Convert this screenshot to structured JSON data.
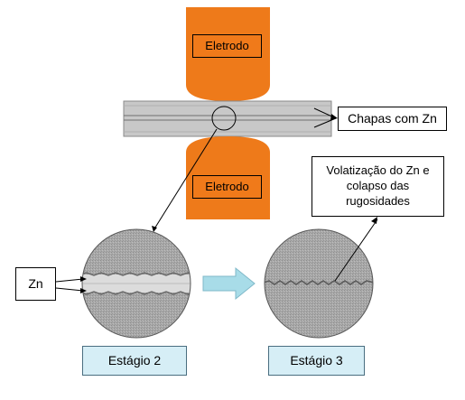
{
  "labels": {
    "electrode_top": "Eletrodo",
    "electrode_bottom": "Eletrodo",
    "sheets": "Chapas com Zn",
    "volatilization_line1": "Volatização do Zn e",
    "volatilization_line2": "colapso das",
    "volatilization_line3": "rugosidades",
    "zn": "Zn",
    "stage2": "Estágio 2",
    "stage3": "Estágio 3"
  },
  "colors": {
    "electrode": "#ee7a1a",
    "stage_label_bg": "#d6eef6",
    "arrow": "#a8dce8",
    "lens": "#aaaaaa",
    "sheet": "#c4c4c4"
  }
}
